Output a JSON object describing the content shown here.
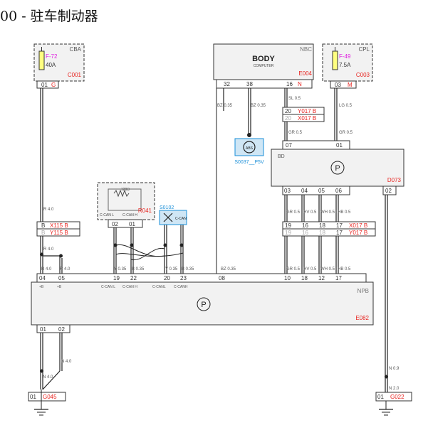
{
  "page": {
    "title": "00 - 驻车制动器"
  },
  "colors": {
    "red": "#e8231f",
    "magenta": "#e020e0",
    "blue": "#1a8fd8",
    "yellow": "#ffff80",
    "line": "#222222",
    "gray": "#555555"
  },
  "fuses": {
    "f72": {
      "group": "CBA",
      "name": "F-72",
      "rating": "40A",
      "connector": "C001",
      "pin": "01",
      "pin_color": "G"
    },
    "f49": {
      "group": "CPL",
      "name": "F-49",
      "rating": "7.5A",
      "connector": "C003",
      "pin": "03",
      "pin_color": "M"
    }
  },
  "body_computer": {
    "name": "BODY",
    "sub": "COMPUTER",
    "tag": "NBC",
    "connector": "E004",
    "pins": [
      "32",
      "38",
      "16"
    ],
    "pin16_color": "N"
  },
  "abs_module": {
    "code": "S0037__P5V"
  },
  "epb_switch": {
    "connector": "D073",
    "in_pins": [
      "07",
      "01"
    ],
    "out_pins": [
      "03",
      "04",
      "05",
      "06"
    ],
    "pin02": "02",
    "side": "BD"
  },
  "resistor": {
    "name": "120Ω",
    "connector": "R041",
    "lbl_l": "C-CAN L",
    "lbl_h": "C-CAN H",
    "pins": [
      "02",
      "01"
    ]
  },
  "can_junction": {
    "code": "S0102",
    "label": "C-CAN"
  },
  "npb": {
    "name": "NPB",
    "connector": "E082",
    "top_pins": [
      "04",
      "05",
      "19",
      "22",
      "20",
      "23",
      "08",
      "10",
      "18",
      "12",
      "17"
    ],
    "top_labels": [
      "+B",
      "+B",
      "C-CAN L",
      "C-CAN H",
      "C-CANL",
      "C-CANH"
    ],
    "bottom_pins": [
      "01",
      "02"
    ]
  },
  "inline_connectors": {
    "x115": {
      "pin": "B",
      "name": "X115 B"
    },
    "y115": {
      "pin": "B",
      "name": "Y115 B"
    },
    "x017a": {
      "pin": "20",
      "name": "Y017 B"
    },
    "x017b": {
      "pin": "20",
      "name": "X017 B"
    },
    "row1": {
      "pins": [
        "19",
        "16",
        "18",
        "17"
      ],
      "name": "X017 B"
    },
    "row2": {
      "pins": [
        "19",
        "16",
        "18",
        "17"
      ],
      "name": "Y017 B"
    }
  },
  "wires": {
    "w_r40": "R 4.0",
    "w_bz": "BZ 0.35",
    "w_bz2": "BZ 0.35",
    "w_sl": "SL 0.5",
    "w_lg": "LG 0.5",
    "w_gr": "GR 0.5",
    "w_bz3": "BZ 0.35",
    "w_r40b": "R 4.0",
    "w_n40": "N 4.0",
    "w_n09": "N 0.9",
    "w_n20": "N 2.0",
    "w_y": "Y 0.35",
    "w_b": "B 0.35",
    "w_cr": "GR 0.5",
    "w_hv": "HV 0.5",
    "w_wh": "WH 0.5",
    "w_hb": "HB 0.5"
  },
  "grounds": {
    "g045": {
      "pin": "01",
      "name": "G045"
    },
    "g022": {
      "pin": "01",
      "name": "G022"
    }
  }
}
